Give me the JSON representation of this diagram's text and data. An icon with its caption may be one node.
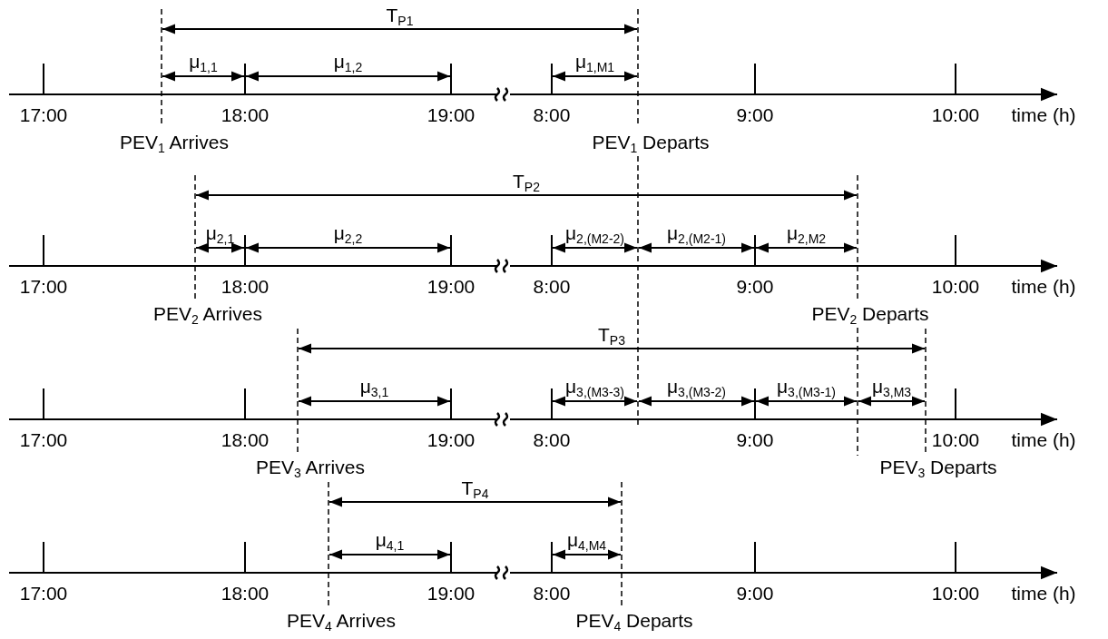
{
  "diagram": {
    "labels": [
      "T$_{P1}$",
      "μ$_{1,1}$",
      "μ$_{1,2}$",
      "μ$_{1,M1}$",
      "17:00",
      "18:00",
      "19:00",
      "8:00",
      "9:00",
      "10:00",
      "time (h)",
      "PEV$_{1}$ Arrives",
      "PEV$_{1}$ Departs",
      "T$_{P2}$",
      "μ$_{2,1}$",
      "μ$_{2,2}$",
      "μ$_{2,(M2-2)}$",
      "μ$_{2,(M2-1)}$",
      "μ$_{2,M2}$",
      "17:00",
      "18:00",
      "19:00",
      "8:00",
      "9:00",
      "10:00",
      "time (h)",
      "PEV$_{2}$ Arrives",
      "PEV$_{2}$ Departs",
      "T$_{P3}$",
      "μ$_{3,1}$",
      "μ$_{3,(M3-3)}$",
      "μ$_{3,(M3-2)}$",
      "μ$_{3,(M3-1)}$",
      "μ$_{3,M3}$",
      "17:00",
      "18:00",
      "19:00",
      "8:00",
      "9:00",
      "10:00",
      "time (h)",
      "PEV$_{3}$ Arrives",
      "PEV$_{3}$ Departs",
      "T$_{P4}$",
      "μ$_{4,1}$",
      "μ$_{4,M4}$",
      "17:00",
      "18:00",
      "19:00",
      "8:00",
      "9:00",
      "10:00",
      "time (h)",
      "PEV$_{4}$ Arrives",
      "PEV$_{4}$ Departs"
    ]
  }
}
